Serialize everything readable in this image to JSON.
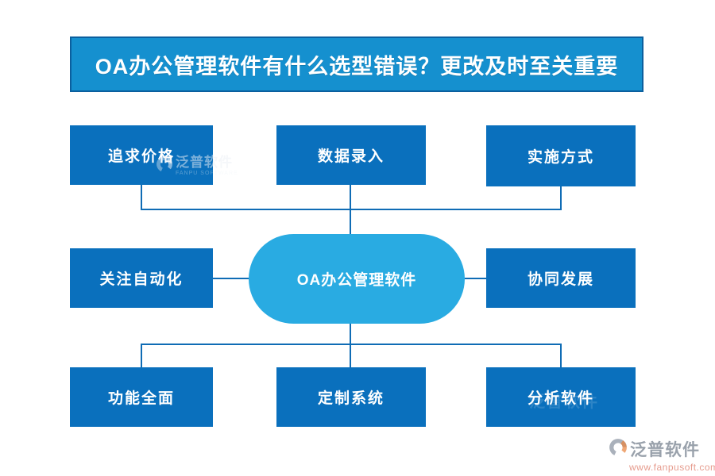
{
  "title": {
    "text": "OA办公管理软件有什么选型错误？更改及时至关重要"
  },
  "diagram": {
    "center": {
      "label": "OA办公管理软件"
    },
    "nodes": [
      {
        "id": "top-left",
        "label": "追求价格"
      },
      {
        "id": "top-center",
        "label": "数据录入"
      },
      {
        "id": "top-right",
        "label": "实施方式"
      },
      {
        "id": "middle-left",
        "label": "关注自动化"
      },
      {
        "id": "middle-right",
        "label": "协同发展"
      },
      {
        "id": "bottom-left",
        "label": "功能全面"
      },
      {
        "id": "bottom-center",
        "label": "定制系统"
      },
      {
        "id": "bottom-right",
        "label": "分析软件"
      }
    ]
  },
  "watermark": {
    "brand_cn": "泛普软件",
    "brand_en": "FANPU SOFTWARE",
    "faint_brand": "泛普软件",
    "icon": "fanpu-logo-icon"
  },
  "footer": {
    "brand": "泛普软件",
    "url": "www.fanpusoft.com",
    "icon": "fanpu-logo-icon"
  },
  "colors": {
    "banner_blue": "#1590cf",
    "banner_border": "#0b5f9e",
    "node_blue": "#0a70bd",
    "center_blue": "#29abe2",
    "line_blue": "#0f6cb5",
    "footer_gray": "#808996",
    "footer_orange": "#dd7a67",
    "logo_orange": "#e8823c",
    "logo_gray": "#8d97a4"
  }
}
